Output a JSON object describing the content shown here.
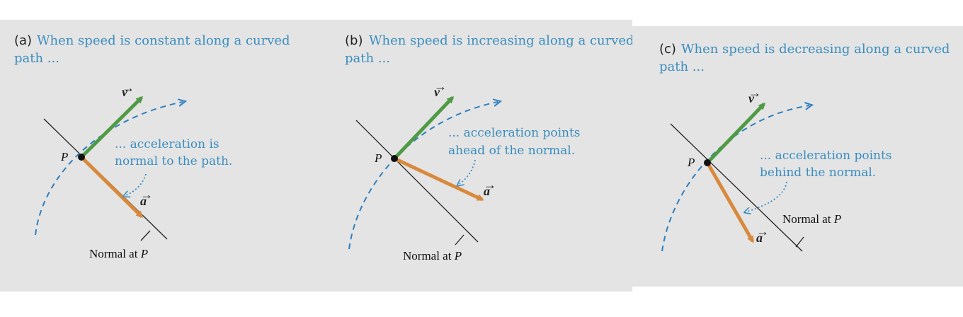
{
  "colors": {
    "panel_bg": "#e4e4e4",
    "caption_text": "#3a8ec0",
    "velocity": "#4f9a45",
    "acceleration": "#d8893c",
    "path": "#2f7fc0",
    "normal_line": "#222222"
  },
  "panels": [
    {
      "tag": "(a)",
      "caption_line1": "When speed is constant along a curved",
      "caption_line2": "path ...",
      "point_label": "P",
      "velocity_label": "v",
      "acceleration_label": "a",
      "note_line1": "... acceleration is",
      "note_line2": "normal to the path.",
      "normal_label": "Normal at",
      "normal_label_point": "P"
    },
    {
      "tag": "(b)",
      "caption_line1": "When speed is increasing along a curved",
      "caption_line2": "path ...",
      "point_label": "P",
      "velocity_label": "v",
      "acceleration_label": "a",
      "note_line1": "... acceleration points",
      "note_line2": "ahead of the normal.",
      "normal_label": "Normal at",
      "normal_label_point": "P"
    },
    {
      "tag": "(c)",
      "caption_line1": "When speed is decreasing along a curved",
      "caption_line2": "path ...",
      "point_label": "P",
      "velocity_label": "v",
      "acceleration_label": "a",
      "note_line1": "... acceleration points",
      "note_line2": "behind the normal.",
      "normal_label": "Normal at",
      "normal_label_point": "P"
    }
  ]
}
